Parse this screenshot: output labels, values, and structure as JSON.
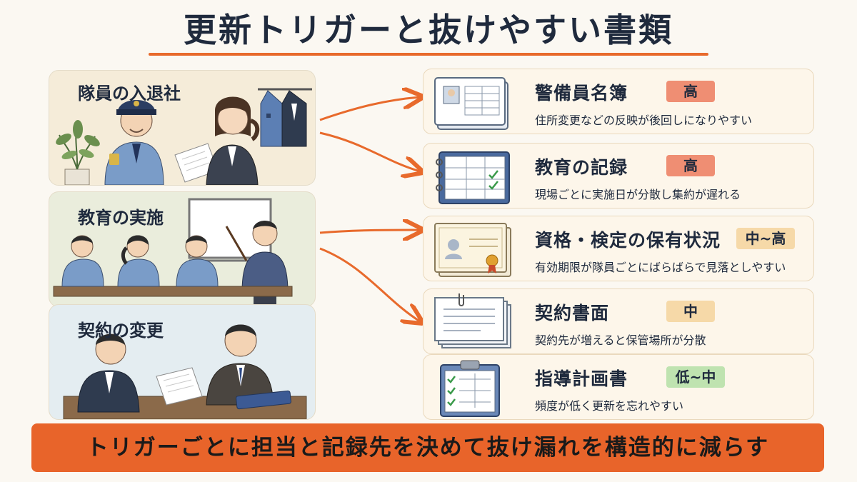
{
  "title": "更新トリガーと抜けやすい書類",
  "triggers": [
    {
      "label": "隊員の入退社"
    },
    {
      "label": "教育の実施"
    },
    {
      "label": "契約の変更"
    }
  ],
  "documents": [
    {
      "name": "警備員名簿",
      "priority": "高",
      "description": "住所変更などの反映が後回しになりやすい",
      "icon": "roster-book-icon"
    },
    {
      "name": "教育の記録",
      "priority": "高",
      "description": "現場ごとに実施日が分散し集約が遅れる",
      "icon": "checklist-binder-icon"
    },
    {
      "name": "資格・検定の保有状況",
      "priority": "中~高",
      "description": "有効期限が隊員ごとにばらばらで見落としやすい",
      "icon": "certificate-icon"
    },
    {
      "name": "契約書面",
      "priority": "中",
      "description": "契約先が増えると保管場所が分散",
      "icon": "contract-stack-icon"
    },
    {
      "name": "指導計画書",
      "priority": "低~中",
      "description": "頻度が低く更新を忘れやすい",
      "icon": "clipboard-icon"
    }
  ],
  "footer": "トリガーごとに担当と記録先を決めて抜け漏れを構造的に減らす",
  "colors": {
    "accent": "#e8642a",
    "priority_high": "#ef8e73",
    "priority_mid": "#f6d9a8",
    "priority_low_mid": "#bfe3b0"
  }
}
